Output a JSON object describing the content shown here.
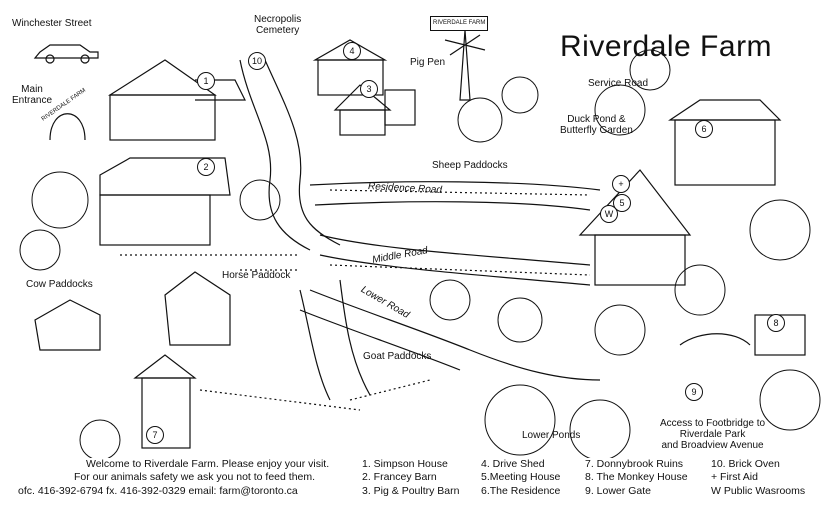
{
  "map": {
    "title": "Riverdale Farm",
    "labels": {
      "winchester": "Winchester Street",
      "necropolis": "Necropolis\nCemetery",
      "pig_pen": "Pig Pen",
      "service_road": "Service Road",
      "main_entrance": "Main\nEntrance",
      "duck_pond": "Duck Pond &\nButterfly Garden",
      "sheep": "Sheep Paddocks",
      "residence_road": "Residence Road",
      "middle_road": "Middle Road",
      "lower_road": "Lower Road",
      "horse": "Horse Paddock",
      "cow": "Cow Paddocks",
      "goat": "Goat Paddocks",
      "lower_ponds": "Lower Ponds",
      "access": "Access to Footbridge to\nRiverdale Park\nand Broadview Avenue",
      "gate_sign": "RIVERDALE FARM",
      "windmill_sign": "RIVERDALE FARM"
    },
    "markers": [
      "1",
      "2",
      "3",
      "4",
      "5",
      "6",
      "7",
      "8",
      "9",
      "10",
      "W",
      "+"
    ]
  },
  "footer": {
    "welcome": "Welcome to Riverdale Farm. Please enjoy your visit.",
    "safety": "For our animals safety we ask you not to feed them.",
    "contact": "ofc. 416-392-6794    fx. 416-392-0329    email:  farm@toronto.ca",
    "legend_col1": [
      "1. Simpson House",
      "2. Francey Barn",
      "3. Pig & Poultry Barn"
    ],
    "legend_col2": [
      "4. Drive Shed",
      "5.Meeting House",
      "6.The Residence"
    ],
    "legend_col3": [
      "7. Donnybrook Ruins",
      "8. The Monkey House",
      "9. Lower Gate"
    ],
    "legend_col4": [
      "10. Brick Oven",
      "+ First Aid",
      "W Public Wasrooms"
    ]
  }
}
